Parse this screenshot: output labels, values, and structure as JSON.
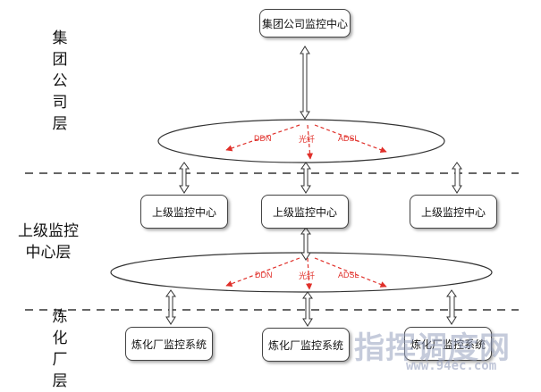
{
  "layers": [
    {
      "id": "group",
      "label": "集团\n公司\n层"
    },
    {
      "id": "upper",
      "label": "上级监控\n中心层"
    },
    {
      "id": "refinery",
      "label": "炼\n化\n厂\n层"
    }
  ],
  "nodes": {
    "group_center": "集团公司监控中心",
    "upper_center_1": "上级监控中心",
    "upper_center_2": "上级监控中心",
    "upper_center_3": "上级监控中心",
    "refinery_1": "炼化厂监控系统",
    "refinery_2": "炼化厂监控系统",
    "refinery_3": "炼化厂监控系统"
  },
  "links": {
    "top": {
      "left": "DDN",
      "mid": "光纤",
      "right": "ADSL"
    },
    "bottom": {
      "left": "DDN",
      "mid": "光纤",
      "right": "ADSL"
    }
  },
  "watermark": {
    "main": "指挥调度网",
    "sub": "www.94ec.com"
  },
  "colors": {
    "link": "#e0302a",
    "line": "#333333"
  }
}
